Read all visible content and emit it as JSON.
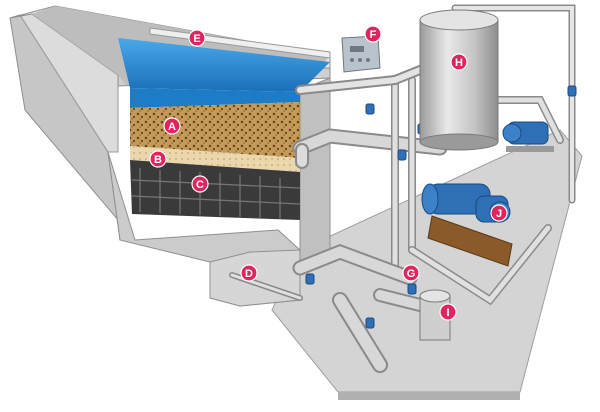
{
  "labels": [
    {
      "id": "A",
      "text": "A",
      "color": "#e0245e"
    },
    {
      "id": "B",
      "text": "B",
      "color": "#e0245e"
    },
    {
      "id": "C",
      "text": "C",
      "color": "#e0245e"
    },
    {
      "id": "D",
      "text": "D",
      "color": "#e0245e"
    },
    {
      "id": "E",
      "text": "E",
      "color": "#e0245e"
    },
    {
      "id": "F",
      "text": "F",
      "color": "#e0245e"
    },
    {
      "id": "G",
      "text": "G",
      "color": "#e0245e"
    },
    {
      "id": "H",
      "text": "H",
      "color": "#e0245e"
    },
    {
      "id": "I",
      "text": "I",
      "color": "#e0245e"
    },
    {
      "id": "J",
      "text": "J",
      "color": "#e0245e"
    }
  ],
  "colors": {
    "concrete": "#d9d9d9",
    "concrete_dark": "#b8b8b8",
    "water": "#2a8fd6",
    "sand": "#c9a66b",
    "gravel": "#e8d8b0",
    "pipe": "#cfcfcf",
    "pump": "#2f6fb5"
  }
}
